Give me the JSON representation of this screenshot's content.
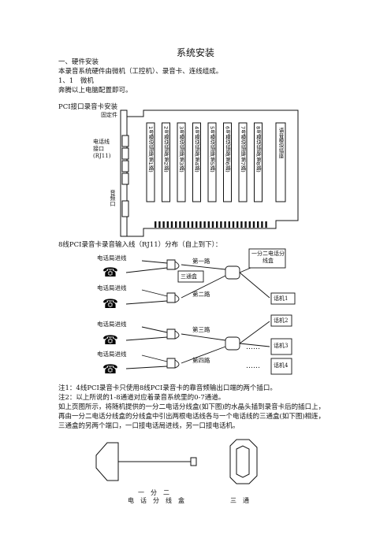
{
  "document": {
    "title": "系统安装",
    "section1": "一、硬件安装",
    "intro": "本录音系统硬件由微机（工控机）、录音卡、连线组成。",
    "sub1": "1、1　微机",
    "sub1_text": "奔腾以上电脑配置即可。",
    "pci_title": "PCI接口录音卡安装"
  },
  "card": {
    "bracket_label": "固定件",
    "jack_label_1": "电话线",
    "jack_label_2": "接口",
    "jack_label_3": "(RJ11)",
    "audio_label": "音频口",
    "sockets": [
      "1号模块插座(第1路)",
      "2号模块插座(第2路)",
      "3号模块插座(第3路)",
      "4号模块插座(第4路)",
      "5号模块插座(第5路)",
      "6号模块插座(第6路)",
      "7号模块插座(第7路)",
      "8号模块插座(第8路)"
    ],
    "voice_module": "语音模块插座"
  },
  "wiring": {
    "caption": "8线PCI录音卡录音输入线（RJ11）分布（自上到下）：",
    "incoming_labels": [
      "电话局进线",
      "电话局进线",
      "电话局进线",
      "电话局进线"
    ],
    "line_labels": [
      "第一路",
      "第二路",
      "第三路",
      "第四路"
    ],
    "three_way": "三通盒",
    "splitter": "一分二电话分线盒",
    "phones": [
      "话机1",
      "话机2",
      "话机3",
      "话机4"
    ],
    "dots": "……"
  },
  "notes": {
    "n1": "注1：4线PCI录音卡只使用8线PCI录音卡的靠音频输出口端的两个插口。",
    "n2": "注2：以上所说的1-8通道对应着录音系统里的0-7通道。",
    "n3": "如上页图所示，将随机提供的一分二电话分线盒(如下图)的水晶头插到录音卡后的插口上，",
    "n4": "再由一分二电话分线盒的分线盒中引出两根电话线各与一个电话线的三通盒(如下图)相连，",
    "n5": "三通盒的另两个端口，一口接电话局进线，另一口接电话机。"
  },
  "bottom": {
    "splitter_top": "一　分　二",
    "splitter_bottom": "电　话　分　线　盒",
    "tee_label": "三　通"
  }
}
